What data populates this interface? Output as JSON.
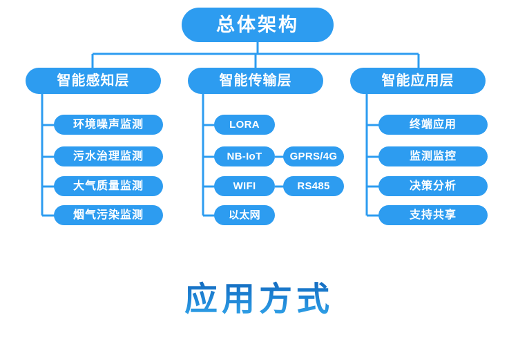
{
  "theme": {
    "node_fill": "#2d9cf0",
    "node_text": "#ffffff",
    "connector": "#2d9cf0",
    "page_background": "#ffffff",
    "title_gradient_top": "#1269bd",
    "title_gradient_bottom": "#35a9ec"
  },
  "root": {
    "label": "总体架构"
  },
  "columns": [
    {
      "layer_label": "智能感知层",
      "items": [
        {
          "label": "环境噪声监测"
        },
        {
          "label": "污水治理监测"
        },
        {
          "label": "大气质量监测"
        },
        {
          "label": "烟气污染监测"
        }
      ]
    },
    {
      "layer_label": "智能传输层",
      "items": [
        {
          "label": "LORA",
          "sibling": null
        },
        {
          "label": "NB-IoT",
          "sibling": "GPRS/4G"
        },
        {
          "label": "WIFI",
          "sibling": "RS485"
        },
        {
          "label": "以太网",
          "sibling": null
        }
      ]
    },
    {
      "layer_label": "智能应用层",
      "items": [
        {
          "label": "终端应用"
        },
        {
          "label": "监测监控"
        },
        {
          "label": "决策分析"
        },
        {
          "label": "支持共享"
        }
      ]
    }
  ],
  "bottom_title": {
    "text": "应用方式"
  }
}
